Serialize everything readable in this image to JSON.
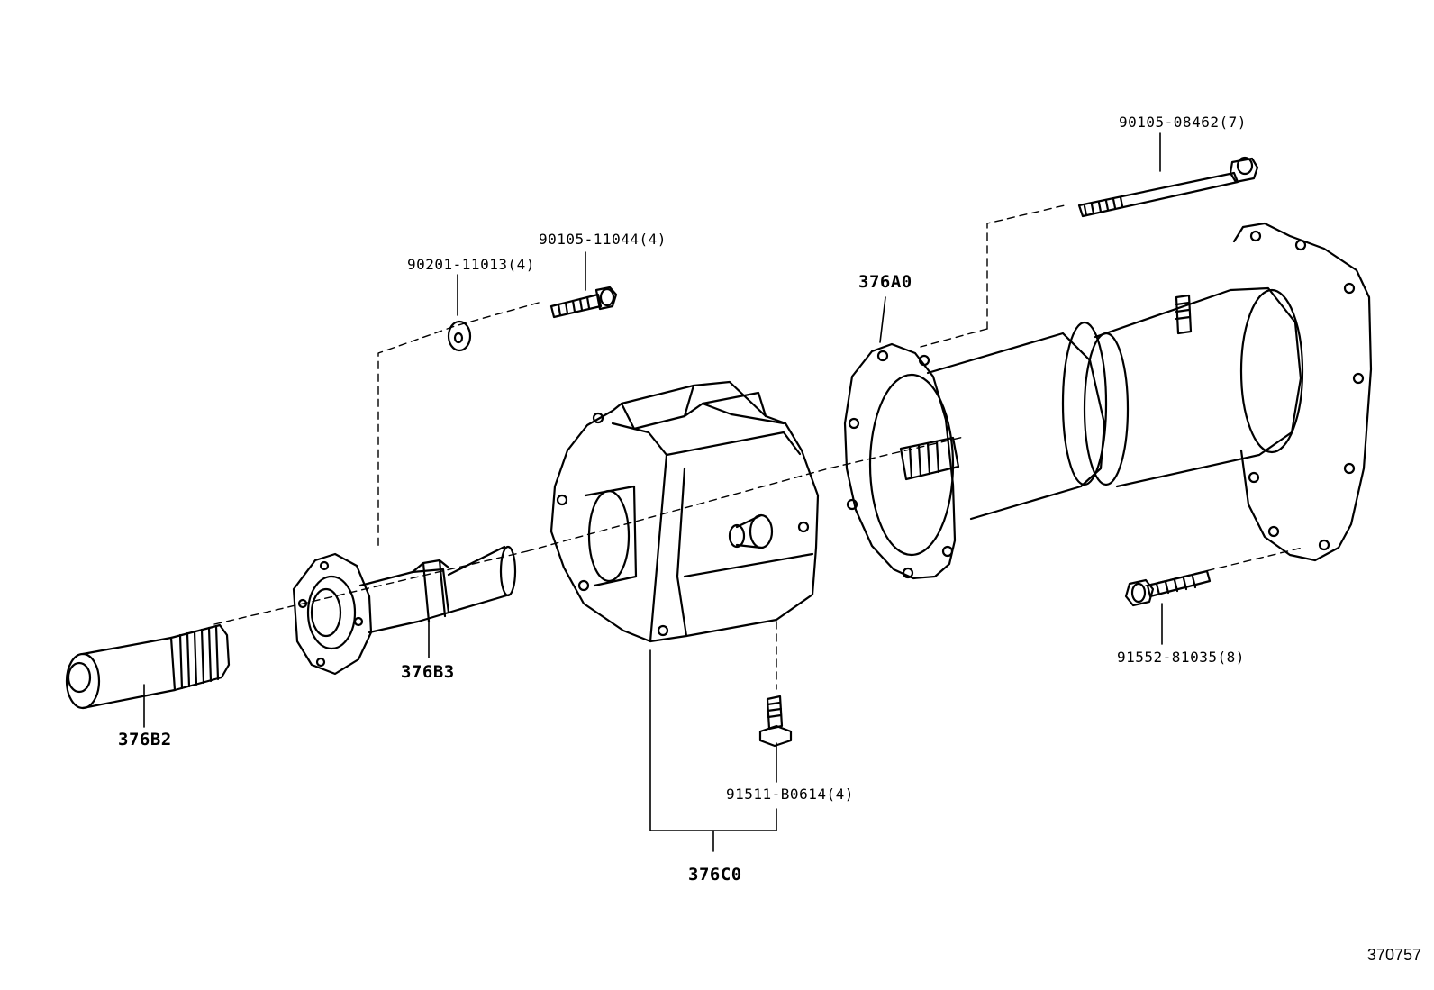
{
  "callouts": {
    "bolt_90105_08462": "90105-08462(7)",
    "bolt_90105_11044": "90105-11044(4)",
    "washer_90201_11013": "90201-11013(4)",
    "part_376A0": "376A0",
    "part_376B3": "376B3",
    "part_376B2": "376B2",
    "bolt_91511_B0614": "91511-B0614(4)",
    "part_376C0": "376C0",
    "bolt_91552_81035": "91552-81035(8)"
  },
  "figure_number": "370757",
  "colors": {
    "line": "#000000",
    "background": "#ffffff"
  }
}
